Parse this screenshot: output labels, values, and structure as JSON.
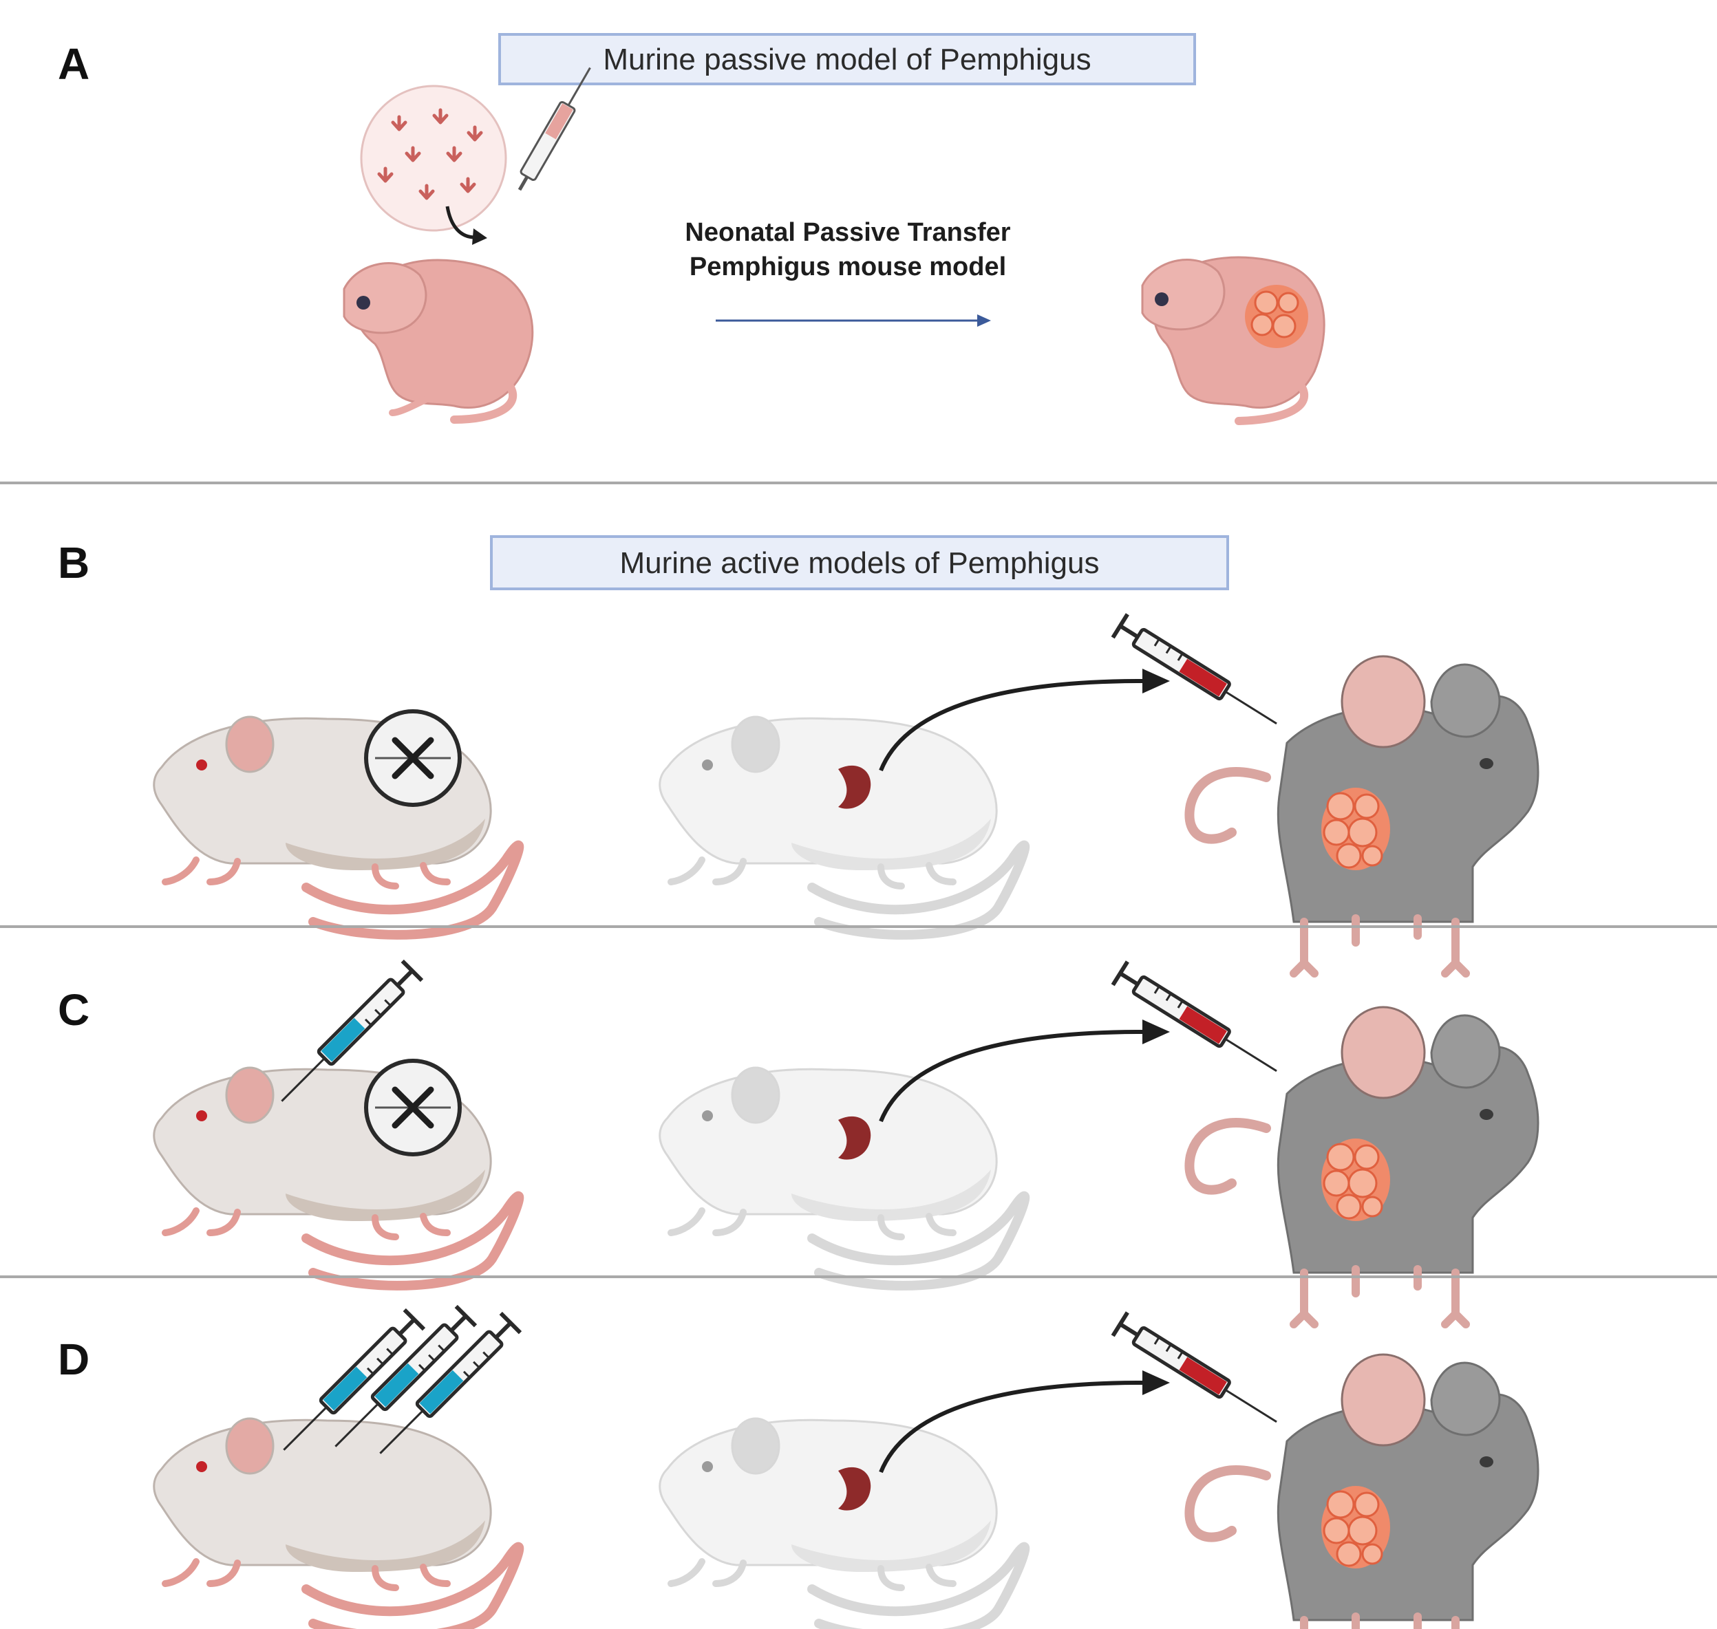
{
  "panels": [
    {
      "letter": "A",
      "title": "Murine passive model of Pemphigus",
      "caption_lines": [
        "Neonatal Passive Transfer",
        "Pemphigus mouse model"
      ]
    },
    {
      "letter": "B",
      "title": "Murine active models of Pemphigus"
    },
    {
      "letter": "C"
    },
    {
      "letter": "D"
    }
  ],
  "colors": {
    "title_box_fill": "#e9eef9",
    "title_box_stroke": "#9fb4dd",
    "pink_skin": "#e8a9a4",
    "white_mouse": "#e7e2df",
    "grey_mouse": "#8f8f8f",
    "lesion": "#f08a6a",
    "blood": "#c32027",
    "reagent": "#1aa3c8",
    "arrow": "#1e1e1e",
    "blue_arrow": "#3b5a9a"
  },
  "icons": [
    "antibody-icon",
    "syringe-icon",
    "neonatal-mouse-icon",
    "lesioned-neonatal-mouse-icon",
    "knockout-mouse-icon",
    "immunized-mouse-icon",
    "donor-mouse-icon",
    "spleen-icon",
    "recipient-mouse-icon",
    "blister-lesion-icon",
    "knockout-symbol-icon"
  ]
}
